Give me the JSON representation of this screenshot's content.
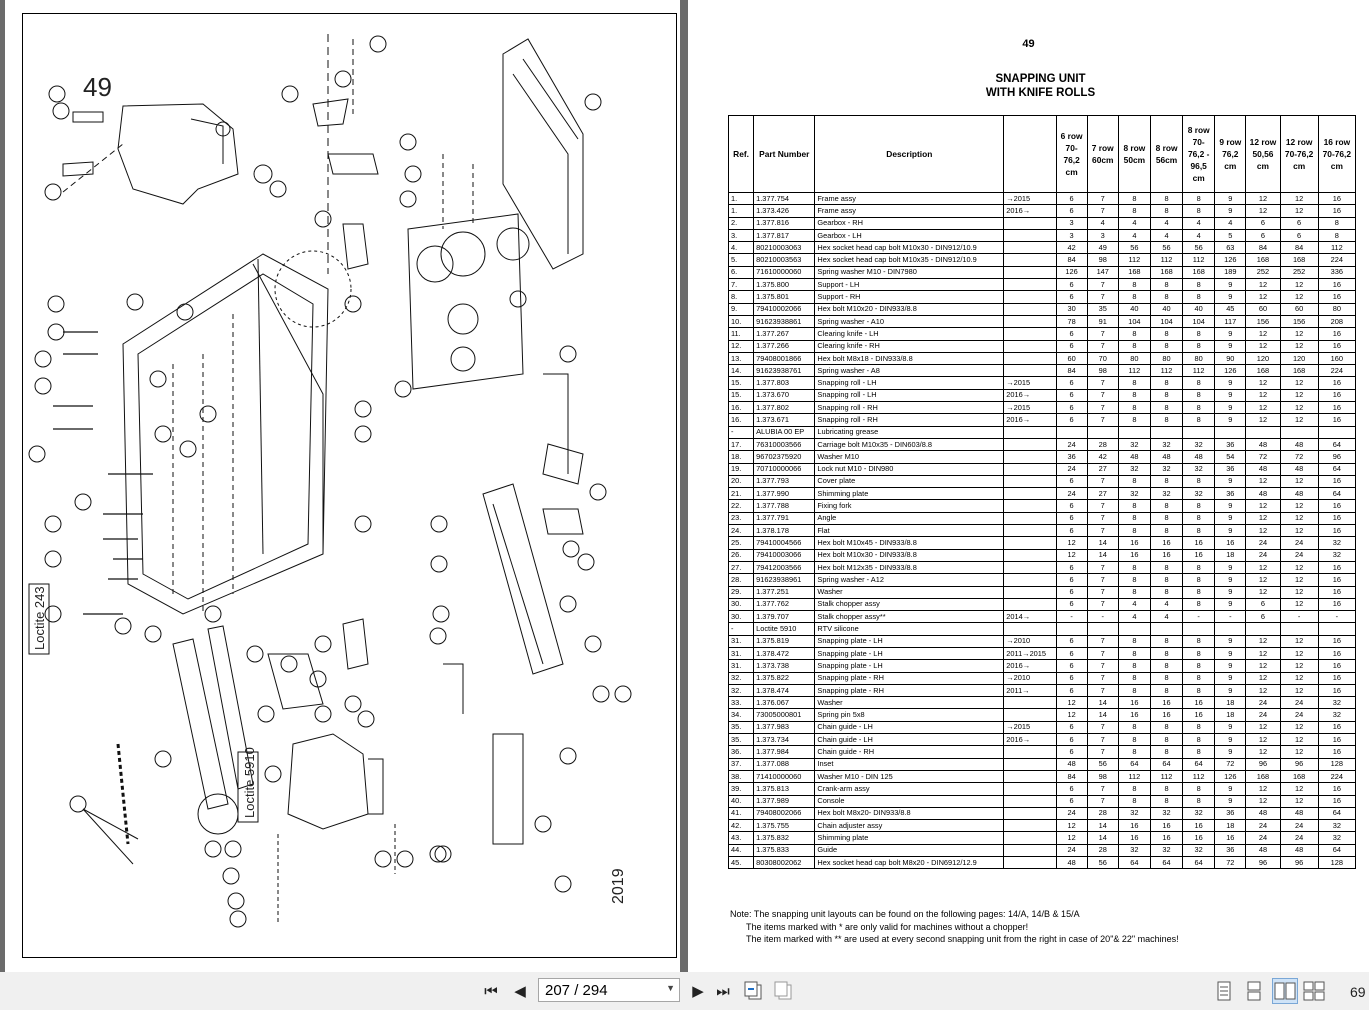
{
  "document": {
    "page_number": "49",
    "title_line1": "SNAPPING UNIT",
    "title_line2": "WITH KNIFE ROLLS",
    "drawing_label_49": "49",
    "drawing_year": "2019",
    "drawing_loctite_243": "Loctite 243",
    "drawing_loctite_5910": "Loctite 5910"
  },
  "table": {
    "headers": [
      "Ref.",
      "Part Number",
      "Description",
      "",
      "6 row 70-76,2 cm",
      "7 row 60cm",
      "8 row 50cm",
      "8 row 56cm",
      "8 row 70-76,2-96,5 cm",
      "9 row 76,2 cm",
      "12 row 50,56 cm",
      "12 row 70-76,2 cm",
      "16 row 70-76,2 cm"
    ],
    "header_lines": {
      "h6": [
        "6 row",
        "70-",
        "76,2",
        "cm"
      ],
      "h7": [
        "7 row",
        "60cm"
      ],
      "h8a": [
        "8 row",
        "50cm"
      ],
      "h8b": [
        "8 row",
        "56cm"
      ],
      "h8c": [
        "8 row",
        "70-",
        "76,2 -",
        "96,5",
        "cm"
      ],
      "h9": [
        "9 row",
        "76,2",
        "cm"
      ],
      "h12a": [
        "12 row",
        "50,56",
        "cm"
      ],
      "h12b": [
        "12 row",
        "70-76,2",
        "cm"
      ],
      "h16": [
        "16 row",
        "70-76,2",
        "cm"
      ]
    },
    "rows": [
      [
        "1.",
        "1.377.754",
        "Frame assy",
        "→2015",
        "6",
        "7",
        "8",
        "8",
        "8",
        "9",
        "12",
        "12",
        "16"
      ],
      [
        "1.",
        "1.373.426",
        "Frame assy",
        "2016→",
        "6",
        "7",
        "8",
        "8",
        "8",
        "9",
        "12",
        "12",
        "16"
      ],
      [
        "2.",
        "1.377.816",
        "Gearbox - RH",
        "",
        "3",
        "4",
        "4",
        "4",
        "4",
        "4",
        "6",
        "6",
        "8"
      ],
      [
        "3.",
        "1.377.817",
        "Gearbox - LH",
        "",
        "3",
        "3",
        "4",
        "4",
        "4",
        "5",
        "6",
        "6",
        "8"
      ],
      [
        "4.",
        "80210003063",
        "Hex socket head cap bolt M10x30 - DIN912/10.9",
        "",
        "42",
        "49",
        "56",
        "56",
        "56",
        "63",
        "84",
        "84",
        "112"
      ],
      [
        "5.",
        "80210003563",
        "Hex socket head cap bolt M10x35 - DIN912/10.9",
        "",
        "84",
        "98",
        "112",
        "112",
        "112",
        "126",
        "168",
        "168",
        "224"
      ],
      [
        "6.",
        "71610000060",
        "Spring washer M10 - DIN7980",
        "",
        "126",
        "147",
        "168",
        "168",
        "168",
        "189",
        "252",
        "252",
        "336"
      ],
      [
        "7.",
        "1.375.800",
        "Support - LH",
        "",
        "6",
        "7",
        "8",
        "8",
        "8",
        "9",
        "12",
        "12",
        "16"
      ],
      [
        "8.",
        "1.375.801",
        "Support - RH",
        "",
        "6",
        "7",
        "8",
        "8",
        "8",
        "9",
        "12",
        "12",
        "16"
      ],
      [
        "9.",
        "79410002066",
        "Hex bolt M10x20 - DIN933/8.8",
        "",
        "30",
        "35",
        "40",
        "40",
        "40",
        "45",
        "60",
        "60",
        "80"
      ],
      [
        "10.",
        "91623938861",
        "Spring washer - A10",
        "",
        "78",
        "91",
        "104",
        "104",
        "104",
        "117",
        "156",
        "156",
        "208"
      ],
      [
        "11.",
        "1.377.267",
        "Clearing knife - LH",
        "",
        "6",
        "7",
        "8",
        "8",
        "8",
        "9",
        "12",
        "12",
        "16"
      ],
      [
        "12.",
        "1.377.266",
        "Clearing knife - RH",
        "",
        "6",
        "7",
        "8",
        "8",
        "8",
        "9",
        "12",
        "12",
        "16"
      ],
      [
        "13.",
        "79408001866",
        "Hex bolt M8x18 - DIN933/8.8",
        "",
        "60",
        "70",
        "80",
        "80",
        "80",
        "90",
        "120",
        "120",
        "160"
      ],
      [
        "14.",
        "91623938761",
        "Spring washer - A8",
        "",
        "84",
        "98",
        "112",
        "112",
        "112",
        "126",
        "168",
        "168",
        "224"
      ],
      [
        "15.",
        "1.377.803",
        "Snapping roll - LH",
        "→2015",
        "6",
        "7",
        "8",
        "8",
        "8",
        "9",
        "12",
        "12",
        "16"
      ],
      [
        "15.",
        "1.373.670",
        "Snapping roll - LH",
        "2016→",
        "6",
        "7",
        "8",
        "8",
        "8",
        "9",
        "12",
        "12",
        "16"
      ],
      [
        "16.",
        "1.377.802",
        "Snapping roll - RH",
        "→2015",
        "6",
        "7",
        "8",
        "8",
        "8",
        "9",
        "12",
        "12",
        "16"
      ],
      [
        "16.",
        "1.373.671",
        "Snapping roll - RH",
        "2016→",
        "6",
        "7",
        "8",
        "8",
        "8",
        "9",
        "12",
        "12",
        "16"
      ],
      [
        "-",
        "ALUBIA 00 EP",
        "Lubricating grease",
        "",
        "",
        "",
        "",
        "",
        "",
        "",
        "",
        "",
        ""
      ],
      [
        "17.",
        "76310003566",
        "Carriage bolt M10x35 - DIN603/8.8",
        "",
        "24",
        "28",
        "32",
        "32",
        "32",
        "36",
        "48",
        "48",
        "64"
      ],
      [
        "18.",
        "96702375920",
        "Washer M10",
        "",
        "36",
        "42",
        "48",
        "48",
        "48",
        "54",
        "72",
        "72",
        "96"
      ],
      [
        "19.",
        "70710000066",
        "Lock nut M10 - DIN980",
        "",
        "24",
        "27",
        "32",
        "32",
        "32",
        "36",
        "48",
        "48",
        "64"
      ],
      [
        "20.",
        "1.377.793",
        "Cover plate",
        "",
        "6",
        "7",
        "8",
        "8",
        "8",
        "9",
        "12",
        "12",
        "16"
      ],
      [
        "21.",
        "1.377.990",
        "Shimming plate",
        "",
        "24",
        "27",
        "32",
        "32",
        "32",
        "36",
        "48",
        "48",
        "64"
      ],
      [
        "22.",
        "1.377.788",
        "Fixing fork",
        "",
        "6",
        "7",
        "8",
        "8",
        "8",
        "9",
        "12",
        "12",
        "16"
      ],
      [
        "23.",
        "1.377.791",
        "Angle",
        "",
        "6",
        "7",
        "8",
        "8",
        "8",
        "9",
        "12",
        "12",
        "16"
      ],
      [
        "24.",
        "1.378.178",
        "Flat",
        "",
        "6",
        "7",
        "8",
        "8",
        "8",
        "9",
        "12",
        "12",
        "16"
      ],
      [
        "25.",
        "79410004566",
        "Hex bolt M10x45 - DIN933/8.8",
        "",
        "12",
        "14",
        "16",
        "16",
        "16",
        "16",
        "24",
        "24",
        "32"
      ],
      [
        "26.",
        "79410003066",
        "Hex bolt M10x30 - DIN933/8.8",
        "",
        "12",
        "14",
        "16",
        "16",
        "16",
        "18",
        "24",
        "24",
        "32"
      ],
      [
        "27.",
        "79412003566",
        "Hex bolt M12x35 - DIN933/8.8",
        "",
        "6",
        "7",
        "8",
        "8",
        "8",
        "9",
        "12",
        "12",
        "16"
      ],
      [
        "28.",
        "91623938961",
        "Spring washer - A12",
        "",
        "6",
        "7",
        "8",
        "8",
        "8",
        "9",
        "12",
        "12",
        "16"
      ],
      [
        "29.",
        "1.377.251",
        "Washer",
        "",
        "6",
        "7",
        "8",
        "8",
        "8",
        "9",
        "12",
        "12",
        "16"
      ],
      [
        "30.",
        "1.377.762",
        "Stalk chopper assy",
        "",
        "6",
        "7",
        "4",
        "4",
        "8",
        "9",
        "6",
        "12",
        "16"
      ],
      [
        "30.",
        "1.379.707",
        "Stalk chopper assy**",
        "2014→",
        "-",
        "-",
        "4",
        "4",
        "-",
        "-",
        "6",
        "-",
        "-"
      ],
      [
        "-",
        "Loctite 5910",
        "RTV silicone",
        "",
        "",
        "",
        "",
        "",
        "",
        "",
        "",
        "",
        ""
      ],
      [
        "31.",
        "1.375.819",
        "Snapping plate - LH",
        "→2010",
        "6",
        "7",
        "8",
        "8",
        "8",
        "9",
        "12",
        "12",
        "16"
      ],
      [
        "31.",
        "1.378.472",
        "Snapping plate - LH",
        "2011→2015",
        "6",
        "7",
        "8",
        "8",
        "8",
        "9",
        "12",
        "12",
        "16"
      ],
      [
        "31.",
        "1.373.738",
        "Snapping plate - LH",
        "2016→",
        "6",
        "7",
        "8",
        "8",
        "8",
        "9",
        "12",
        "12",
        "16"
      ],
      [
        "32.",
        "1.375.822",
        "Snapping plate - RH",
        "→2010",
        "6",
        "7",
        "8",
        "8",
        "8",
        "9",
        "12",
        "12",
        "16"
      ],
      [
        "32.",
        "1.378.474",
        "Snapping plate - RH",
        "2011→",
        "6",
        "7",
        "8",
        "8",
        "8",
        "9",
        "12",
        "12",
        "16"
      ],
      [
        "33.",
        "1.376.067",
        "Washer",
        "",
        "12",
        "14",
        "16",
        "16",
        "16",
        "18",
        "24",
        "24",
        "32"
      ],
      [
        "34.",
        "73005000801",
        "Spring pin 5x8",
        "",
        "12",
        "14",
        "16",
        "16",
        "16",
        "18",
        "24",
        "24",
        "32"
      ],
      [
        "35.",
        "1.377.983",
        "Chain guide - LH",
        "→2015",
        "6",
        "7",
        "8",
        "8",
        "8",
        "9",
        "12",
        "12",
        "16"
      ],
      [
        "35.",
        "1.373.734",
        "Chain guide - LH",
        "2016→",
        "6",
        "7",
        "8",
        "8",
        "8",
        "9",
        "12",
        "12",
        "16"
      ],
      [
        "36.",
        "1.377.984",
        "Chain guide - RH",
        "",
        "6",
        "7",
        "8",
        "8",
        "8",
        "9",
        "12",
        "12",
        "16"
      ],
      [
        "37.",
        "1.377.088",
        "Inset",
        "",
        "48",
        "56",
        "64",
        "64",
        "64",
        "72",
        "96",
        "96",
        "128"
      ],
      [
        "38.",
        "71410000060",
        "Washer M10 - DIN 125",
        "",
        "84",
        "98",
        "112",
        "112",
        "112",
        "126",
        "168",
        "168",
        "224"
      ],
      [
        "39.",
        "1.375.813",
        "Crank-arm assy",
        "",
        "6",
        "7",
        "8",
        "8",
        "8",
        "9",
        "12",
        "12",
        "16"
      ],
      [
        "40.",
        "1.377.989",
        "Console",
        "",
        "6",
        "7",
        "8",
        "8",
        "8",
        "9",
        "12",
        "12",
        "16"
      ],
      [
        "41.",
        "79408002066",
        "Hex bolt M8x20- DIN933/8.8",
        "",
        "24",
        "28",
        "32",
        "32",
        "32",
        "36",
        "48",
        "48",
        "64"
      ],
      [
        "42.",
        "1.375.755",
        "Chain adjuster assy",
        "",
        "12",
        "14",
        "16",
        "16",
        "16",
        "18",
        "24",
        "24",
        "32"
      ],
      [
        "43.",
        "1.375.832",
        "Shimming plate",
        "",
        "12",
        "14",
        "16",
        "16",
        "16",
        "16",
        "24",
        "24",
        "32"
      ],
      [
        "44.",
        "1.375.833",
        "Guide",
        "",
        "24",
        "28",
        "32",
        "32",
        "32",
        "36",
        "48",
        "48",
        "64"
      ],
      [
        "45.",
        "80308002062",
        "Hex socket head cap bolt M8x20 - DIN6912/12.9",
        "",
        "48",
        "56",
        "64",
        "64",
        "64",
        "72",
        "96",
        "96",
        "128"
      ]
    ]
  },
  "notes": [
    "Note: The snapping unit layouts can be found on the following pages: 14/A, 14/B & 15/A",
    "The items marked with * are only valid for machines without a chopper!",
    "The item marked with ** are used at every second snapping unit from the right in case of 20\"& 22\" machines!"
  ],
  "toolbar": {
    "first_page": "⏮",
    "prev_page": "◀",
    "page_display": "207 / 294",
    "next_page": "▶",
    "last_page": "⏭",
    "zoom": "69"
  }
}
